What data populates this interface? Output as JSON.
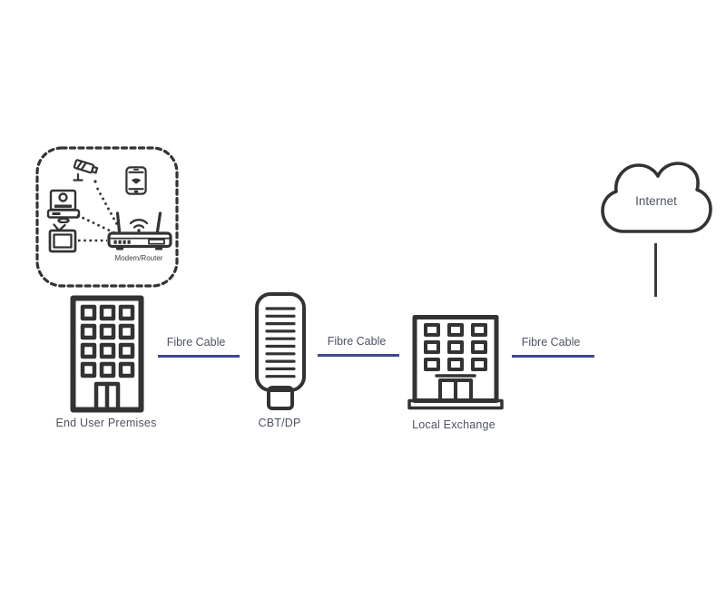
{
  "diagram_title": "FTTP / fibre broadband network path diagram",
  "colors": {
    "background": "#ffffff",
    "icon_stroke": "#333333",
    "fibre_line": "#3e4991",
    "node_label_text": "#4d5263",
    "internet_label_text": "#4e5565"
  },
  "premises_network": {
    "modem_label": "Modem/Router",
    "devices": [
      "cctv-camera",
      "desktop-computer",
      "tv",
      "smartphone"
    ]
  },
  "nodes": {
    "end_user_premises": "End User Premises",
    "cbt_dp": "CBT/DP",
    "local_exchange": "Local Exchange",
    "internet": "Internet"
  },
  "links": [
    {
      "label": "Fibre Cable"
    },
    {
      "label": "Fibre Cable"
    },
    {
      "label": "Fibre Cable"
    }
  ]
}
